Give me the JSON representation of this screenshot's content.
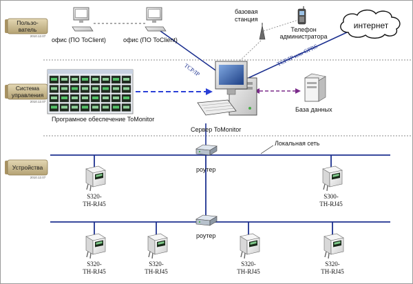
{
  "sections": {
    "user": {
      "label_lines": [
        "Пользо-",
        "ватель"
      ],
      "date": "2010.12.07"
    },
    "control": {
      "label_lines": [
        "Система",
        "управления"
      ],
      "date": "2010.12.07"
    },
    "devices": {
      "label": "Устройства",
      "date": "2010.12.07"
    }
  },
  "labels": {
    "office1": "офис (ПО ToClient)",
    "office2": "офис (ПО ToClient)",
    "base_station_lines": [
      "базовая",
      "станция"
    ],
    "phone_lines": [
      "Телефон",
      "администратора"
    ],
    "internet": "интернет",
    "tcpip": "TCP/IP",
    "tcpip_gprs": "TCP/IP или GPRS",
    "software": "Програмное обеспечение ToMonitor",
    "server": "Сервер ToMonitor",
    "database": "База данных",
    "lan": "Локальная сеть",
    "router1": "роутер",
    "router2": "роутер"
  },
  "devices": [
    {
      "model_lines": [
        "S320-",
        "TH-RJ45"
      ]
    },
    {
      "model_lines": [
        "S300-",
        "TH-RJ45"
      ]
    },
    {
      "model_lines": [
        "S320-",
        "TH-RJ45"
      ]
    },
    {
      "model_lines": [
        "S320-",
        "TH-RJ45"
      ]
    },
    {
      "model_lines": [
        "S320-",
        "TH-RJ45"
      ]
    },
    {
      "model_lines": [
        "S320-",
        "TH-RJ45"
      ]
    }
  ],
  "colors": {
    "network_blue": "#1b2f8f",
    "dash_blue": "#2a3fd6",
    "db_link": "#7a2a8a",
    "section_tag": "#c9b98e",
    "separator": "#8a8a8a"
  }
}
